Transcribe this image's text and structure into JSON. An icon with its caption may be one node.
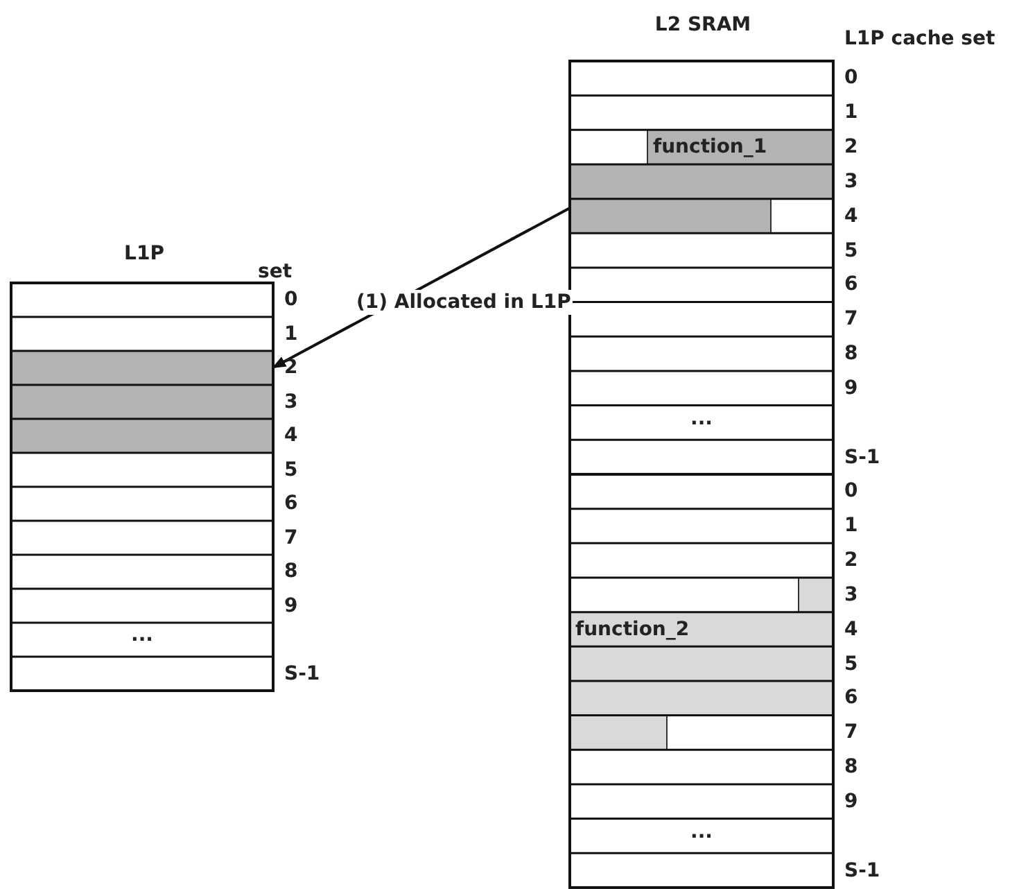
{
  "diagram": {
    "nodes": [
      {
        "text": [
          "function_1"
        ]
      },
      {
        "text": [
          "function_2"
        ]
      },
      {
        "text": [],
        "shape": "box"
      }
    ],
    "edges": [
      {
        "from": 0,
        "to": 2,
        "arrow": "to",
        "label": "(1) Allocated in L1P"
      }
    ],
    "labels": [
      "L2 SRAM",
      "L1P cache set",
      "L1P",
      "set",
      "0",
      "1",
      "2",
      "3",
      "4",
      "5",
      "6",
      "7",
      "8",
      "9",
      "...",
      "S-1",
      "0",
      "1",
      "2",
      "3",
      "4",
      "5",
      "6",
      "7",
      "8",
      "9",
      "...",
      "S-1",
      "0",
      "1",
      "2",
      "3",
      "4",
      "5",
      "6",
      "7",
      "8",
      "9",
      "...",
      "S-1"
    ]
  }
}
